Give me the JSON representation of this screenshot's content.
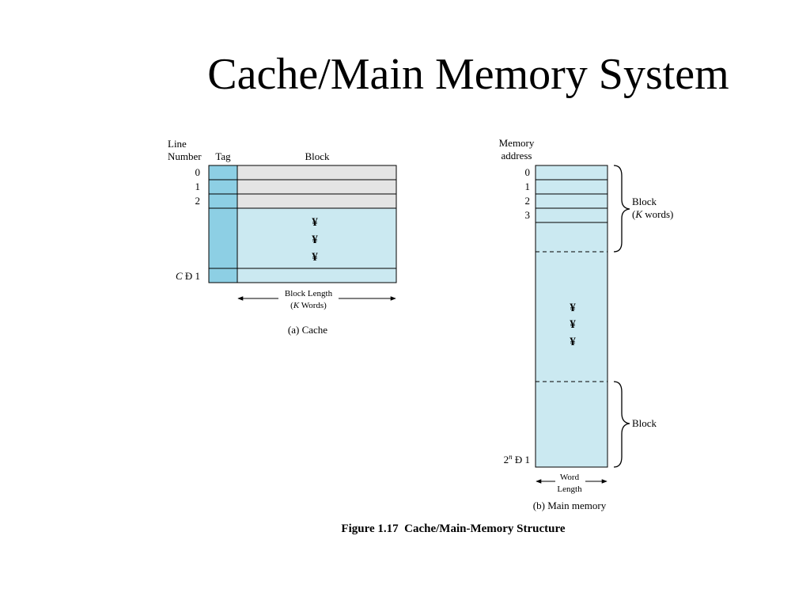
{
  "slide": {
    "title": "Cache/Main Memory System"
  },
  "cache": {
    "header_line": "Line",
    "header_number": "Number",
    "header_tag": "Tag",
    "header_block": "Block",
    "line_labels": [
      "0",
      "1",
      "2"
    ],
    "last_line_label_var": "C",
    "last_line_label_rest": " Đ 1",
    "ellipsis_marks": [
      "¥",
      "¥",
      "¥"
    ],
    "block_length_line1": "Block Length",
    "block_length_var": "K",
    "block_length_line2_rest": " Words)",
    "caption": "(a) Cache",
    "colors": {
      "tag_fill": "#8dcfe4",
      "top_block_fill": "#e4e4e4",
      "block_fill": "#cbe9f1"
    }
  },
  "main_memory": {
    "header_line1": "Memory",
    "header_line2": "address",
    "address_labels": [
      "0",
      "1",
      "2",
      "3"
    ],
    "last_address_base": "2",
    "last_address_exp": "n",
    "last_address_rest": " Đ 1",
    "ellipsis_marks": [
      "¥",
      "¥",
      "¥"
    ],
    "block_label_top": "Block",
    "block_label_top_var": "K",
    "block_label_top_rest": " words)",
    "block_label_bottom": "Block",
    "word_length_line1": "Word",
    "word_length_line2": "Length",
    "caption": "(b) Main memory",
    "colors": {
      "fill": "#cbe9f1"
    }
  },
  "figure_caption": "Figure 1.17  Cache/Main-Memory Structure"
}
